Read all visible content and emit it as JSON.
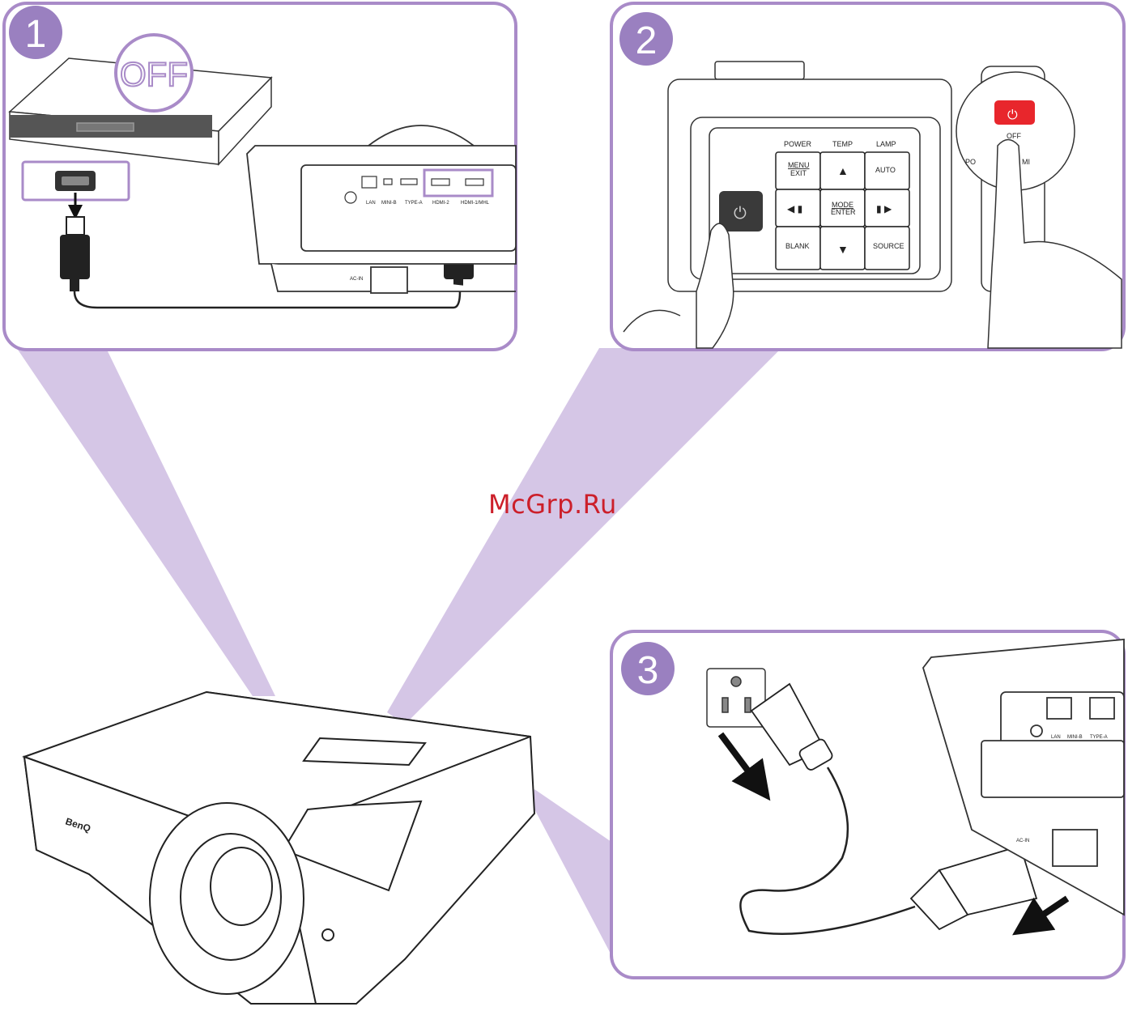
{
  "steps": [
    {
      "number": "1",
      "off_badge": "OFF",
      "ports": {
        "lan": "LAN",
        "mini_b": "MINI-B",
        "usb_type_a": "TYPE-A",
        "hdmi2": "HDMI-2",
        "hdmi1_mhl": "HDMI-1/MHL",
        "ac_in": "AC-IN"
      }
    },
    {
      "number": "2",
      "panel": {
        "power": "POWER",
        "temp": "TEMP",
        "lamp": "LAMP",
        "menu": "MENU",
        "exit": "EXIT",
        "auto": "AUTO",
        "mode": "MODE",
        "enter": "ENTER",
        "blank": "BLANK",
        "source": "SOURCE"
      },
      "remote": {
        "off": "OFF",
        "left_key": "PO",
        "right_key": "MI"
      }
    },
    {
      "number": "3",
      "ports": {
        "lan": "LAN",
        "mini_b": "MINI-B",
        "usb_type_a": "TYPE-A",
        "ac_in": "AC-IN"
      }
    }
  ],
  "projector": {
    "brand": "BenQ"
  },
  "watermark": "McGrp.Ru",
  "colors": {
    "accent_purple": "#a98bc8",
    "callout_fill": "#d5c6e6",
    "badge_fill": "#9a80c0",
    "power_red": "#e8262c"
  }
}
